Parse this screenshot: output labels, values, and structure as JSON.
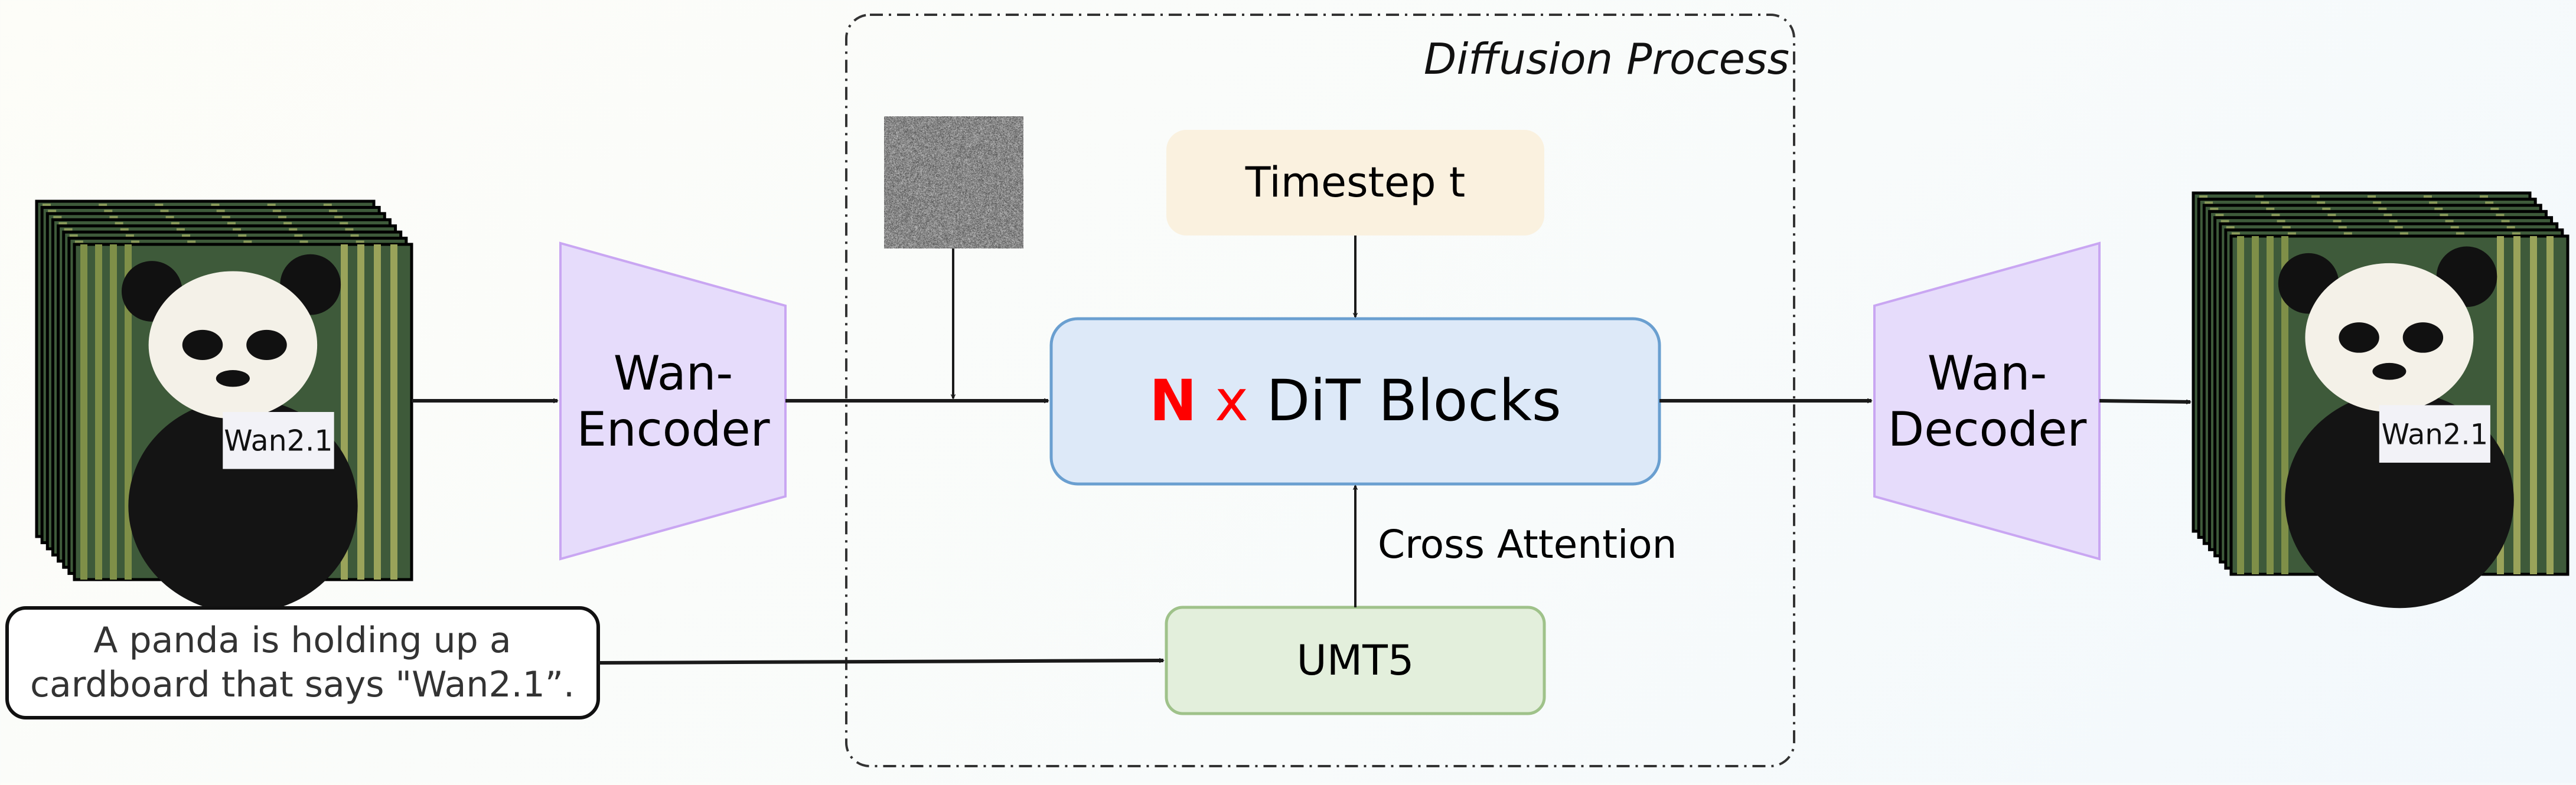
{
  "diagram": {
    "region_label": "Diffusion Process",
    "timestep_label": "Timestep t",
    "dit": {
      "multiplier": "N",
      "times": "x",
      "label": "DiT Blocks"
    },
    "cross_attention_label": "Cross Attention",
    "text_encoder_label": "UMT5",
    "encoder": {
      "line1": "Wan-",
      "line2": "Encoder"
    },
    "decoder": {
      "line1": "Wan-",
      "line2": "Decoder"
    },
    "prompt": {
      "line1": "A panda is holding up a",
      "line2": "cardboard that says \"Wan2.1”."
    },
    "input_video_sign": "Wan2.1",
    "output_video_sign": "Wan2.1",
    "colors": {
      "timestep_fill": "#faf1df",
      "dit_fill": "#dde9f8",
      "dit_stroke": "#6a9fd0",
      "umt5_fill": "#e3efdc",
      "umt5_stroke": "#9fc28a",
      "vae_fill": "#e6dcfb",
      "vae_stroke": "#c9a6f2",
      "accent_red": "#ff0000"
    }
  }
}
